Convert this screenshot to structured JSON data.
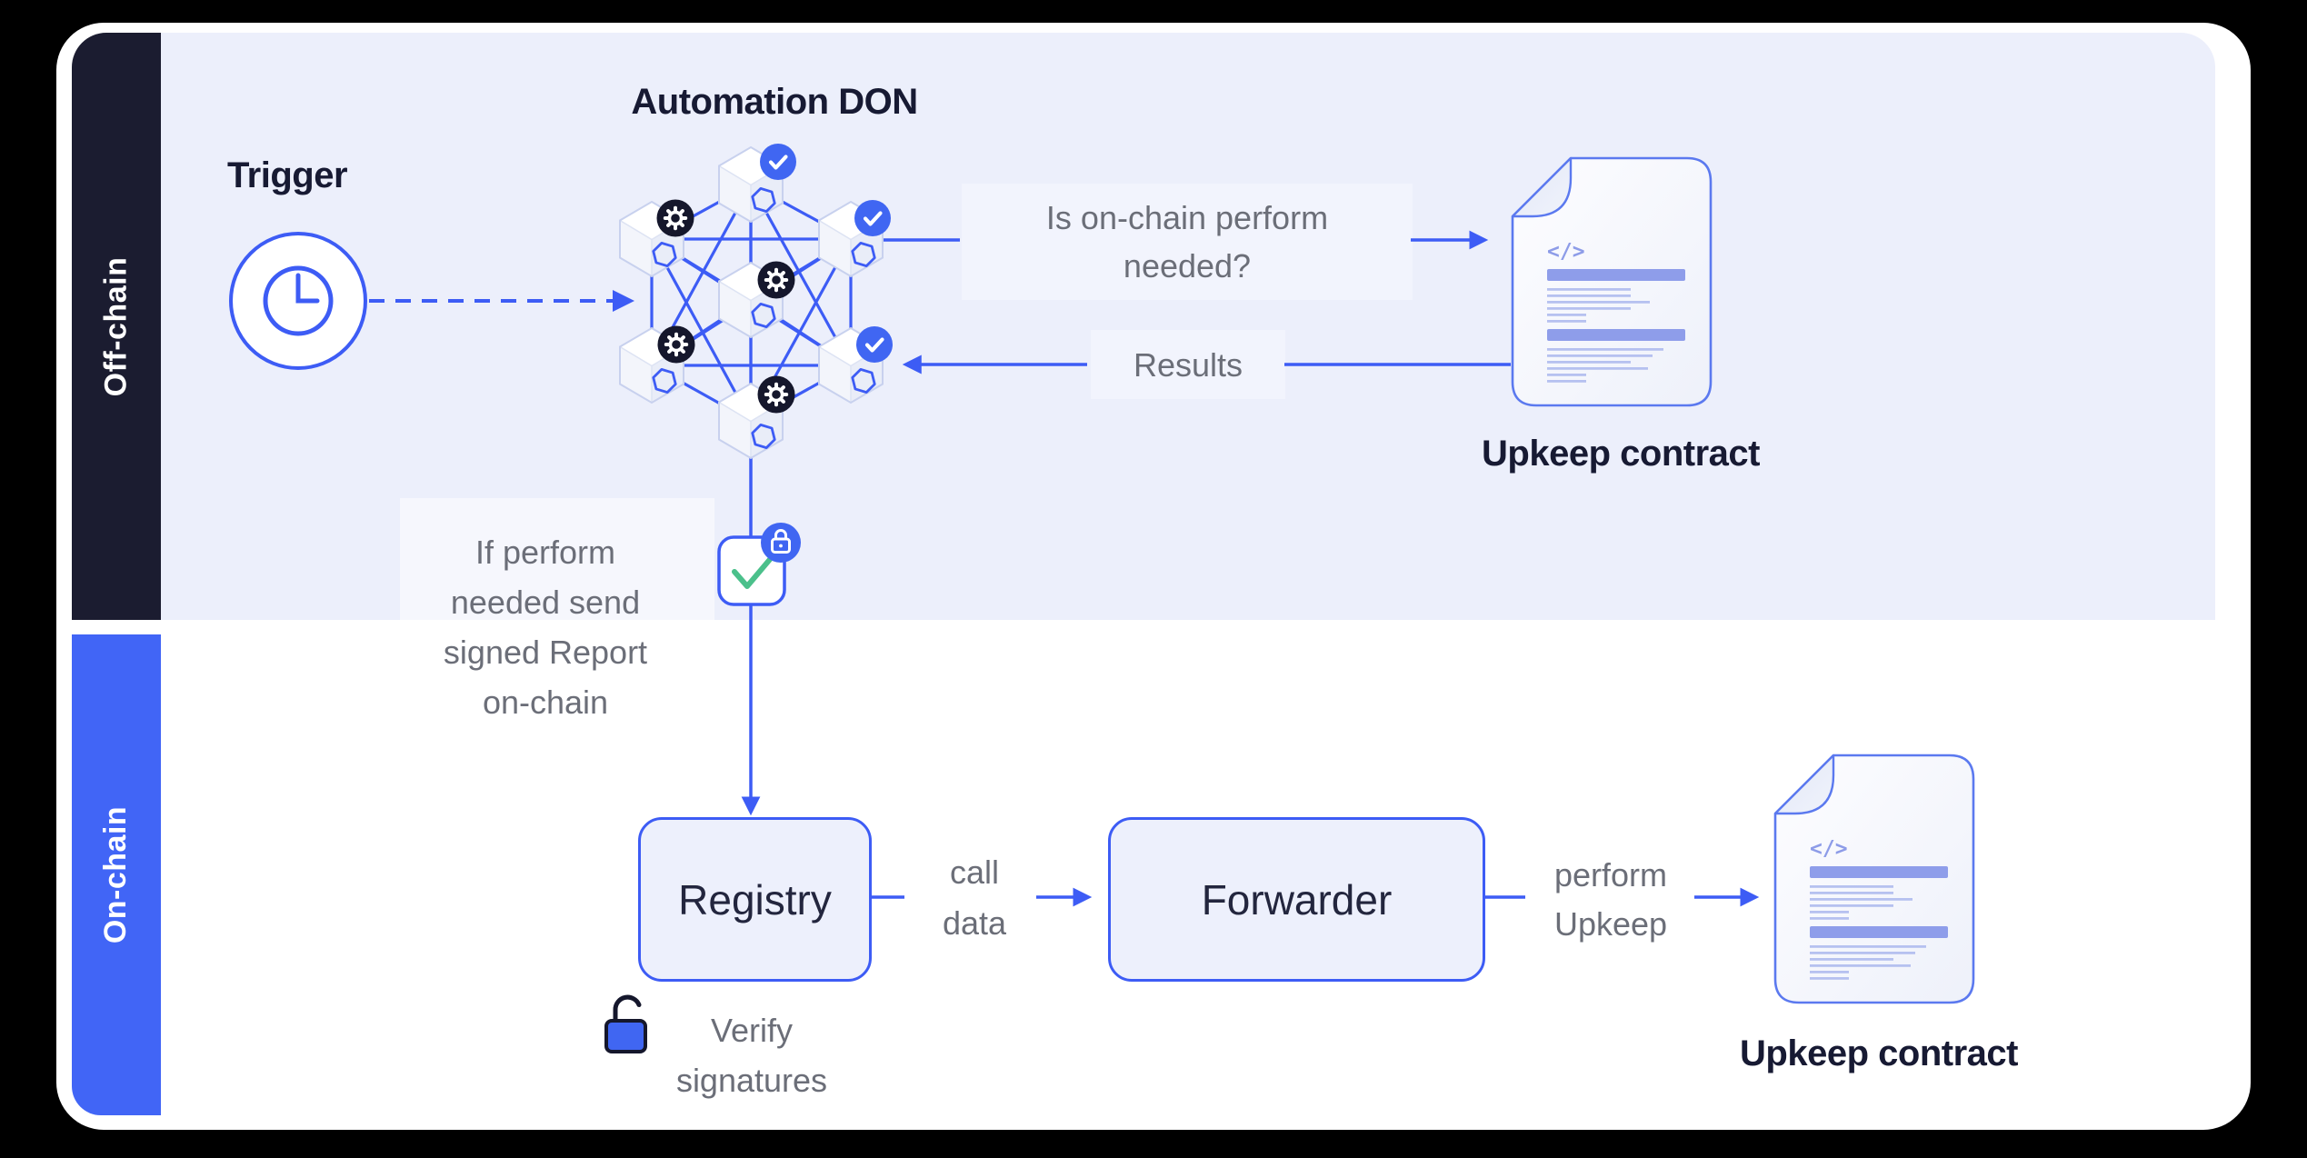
{
  "sections": {
    "offchain_label": "Off-chain",
    "onchain_label": "On-chain"
  },
  "offchain": {
    "trigger_label": "Trigger",
    "don_label": "Automation DON",
    "question": {
      "line1": "Is on-chain perform",
      "line2": "needed?"
    },
    "results_label": "Results",
    "upkeep_contract_label": "Upkeep contract"
  },
  "report_note": {
    "line1": "If perform",
    "line2": "needed send",
    "line3": "signed Report",
    "line4": "on-chain"
  },
  "onchain": {
    "registry_label": "Registry",
    "call_data": {
      "line1": "call",
      "line2": "data"
    },
    "forwarder_label": "Forwarder",
    "perform_upkeep": {
      "line1": "perform",
      "line2": "Upkeep"
    },
    "verify": {
      "line1": "Verify",
      "line2": "signatures"
    },
    "upkeep_contract_label": "Upkeep contract"
  },
  "icons": {
    "trigger": "clock-icon",
    "don_nodes": "chainlink-hexagon-node-icon",
    "node_ok": "check-badge-icon",
    "node_compute": "gear-badge-icon",
    "signed_report": "signed-report-check-icon",
    "report_lock": "lock-badge-icon",
    "registry_auth": "unlock-icon",
    "contract": "code-document-icon"
  },
  "colors": {
    "accent": "#3D5CF5",
    "badge_blue": "#4066F2",
    "dark_navy": "#15172C",
    "bar_dark": "#1B1C30",
    "bar_blue": "#4165F6",
    "lavender": "#ECEFFB",
    "panel_box": "#F2F4FD",
    "node_box_fill": "#EDF0FC",
    "gray_text": "#6B6E78",
    "heading_text": "#171A33",
    "green_check": "#4BC08B",
    "doc_border": "#5B79EF",
    "doc_bar": "#8E9DEA",
    "doc_line": "#B6C1F0"
  }
}
